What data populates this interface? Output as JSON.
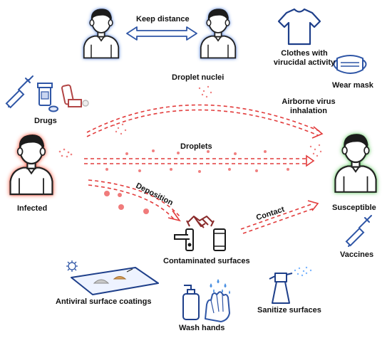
{
  "labels": {
    "keep_distance": "Keep distance",
    "clothes": [
      "Clothes with",
      "virucidal activity"
    ],
    "wear_mask": "Wear mask",
    "droplet_nuclei": "Droplet nuclei",
    "airborne": [
      "Airborne virus",
      "inhalation"
    ],
    "drugs": "Drugs",
    "droplets": "Droplets",
    "deposition": "Deposition",
    "infected": "Infected",
    "susceptible": "Susceptible",
    "contact": "Contact",
    "contaminated_surfaces": "Contaminated surfaces",
    "vaccines": "Vaccines",
    "antiviral_coatings": "Antiviral surface coatings",
    "sanitize_surfaces": "Sanitize surfaces",
    "wash_hands": "Wash hands"
  },
  "colors": {
    "infected_glow": "#ff3b1f",
    "susceptible_glow": "#3fbf3f",
    "protective_glow": "#3a6fd8",
    "arrow_red": "#e23b3b",
    "dot_red": "#f08080",
    "icon_blue": "#2f56a6",
    "icon_brown": "#8a2b2b",
    "hair": "#1a1a1a"
  },
  "icons": [
    "person-icon",
    "double-arrow-icon",
    "shirt-icon",
    "mask-icon",
    "syringe-icon",
    "pill-bottle-icon",
    "inhaler-icon",
    "handshake-icon",
    "door-handle-icon",
    "phone-icon",
    "virus-icon",
    "soap-dispenser-icon",
    "spray-bottle-icon",
    "washing-hands-icon",
    "surface-icon"
  ]
}
